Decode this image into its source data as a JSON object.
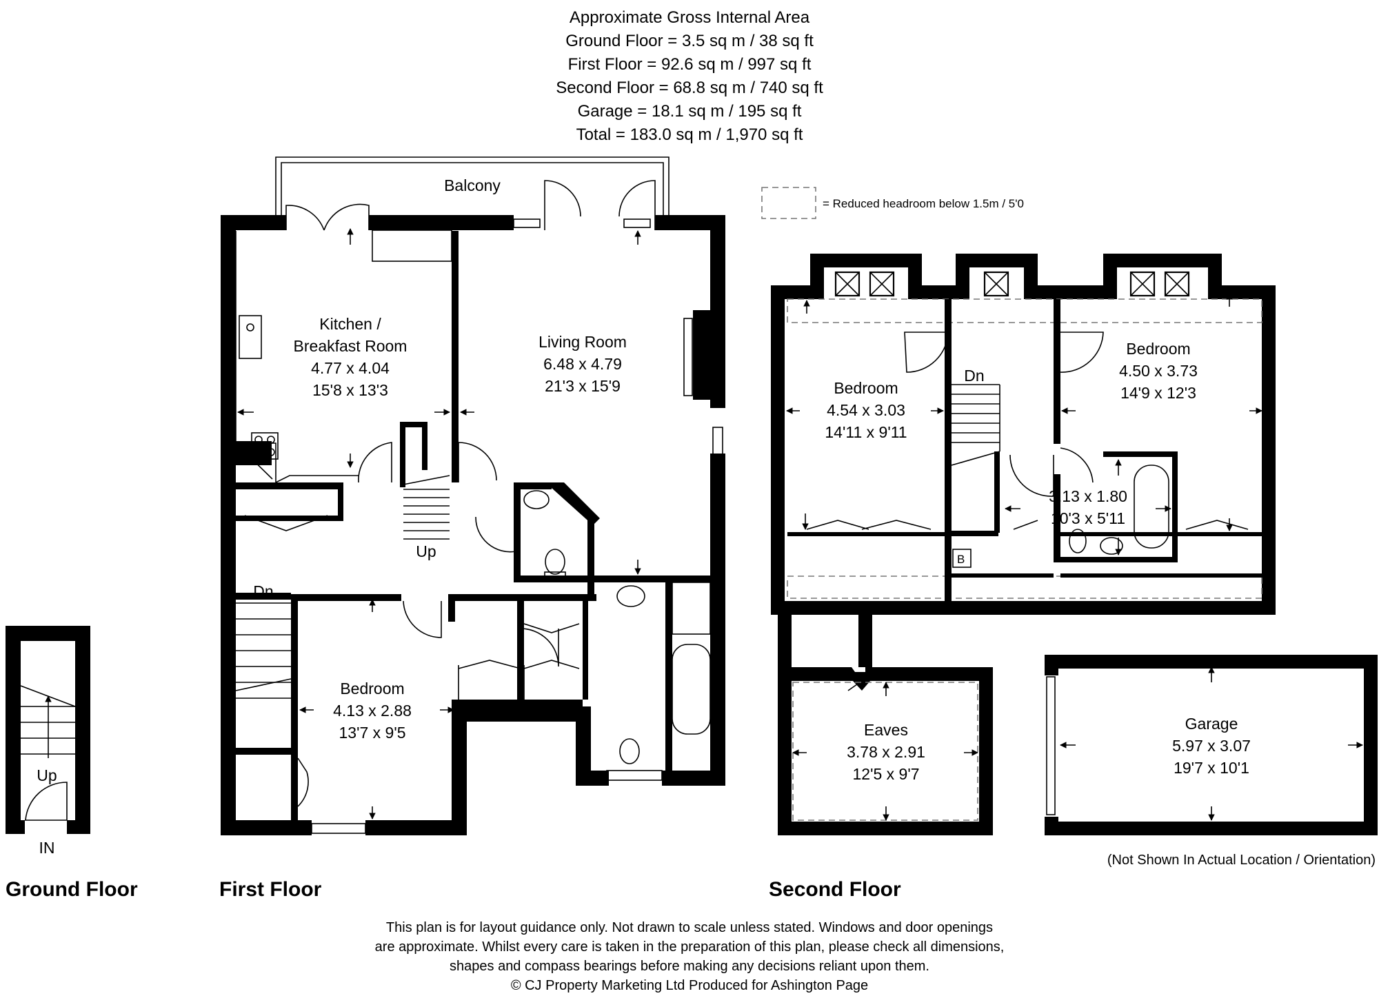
{
  "area_summary": {
    "title": "Approximate Gross Internal Area",
    "ground": "Ground Floor = 3.5 sq m / 38 sq ft",
    "first": "First Floor = 92.6 sq m / 997 sq ft",
    "second": "Second Floor = 68.8 sq m / 740 sq ft",
    "garage": "Garage = 18.1 sq m / 195 sq ft",
    "total": "Total = 183.0 sq m / 1,970 sq ft"
  },
  "legend": {
    "text": "= Reduced headroom below 1.5m / 5'0"
  },
  "floors": {
    "ground": "Ground Floor",
    "first": "First Floor",
    "second": "Second Floor"
  },
  "rooms": {
    "balcony": "Balcony",
    "kitchen": {
      "name1": "Kitchen /",
      "name2": "Breakfast Room",
      "metric": "4.77 x 4.04",
      "imperial": "15'8 x 13'3"
    },
    "living": {
      "name": "Living Room",
      "metric": "6.48 x 4.79",
      "imperial": "21'3 x 15'9"
    },
    "bedroom1": {
      "name": "Bedroom",
      "metric": "4.13 x 2.88",
      "imperial": "13'7 x 9'5"
    },
    "bedroom2": {
      "name": "Bedroom",
      "metric": "4.54 x 3.03",
      "imperial": "14'11 x 9'11"
    },
    "bedroom3": {
      "name": "Bedroom",
      "metric": "4.50 x 3.73",
      "imperial": "14'9 x 12'3"
    },
    "ensuite": {
      "metric": "3.13 x 1.80",
      "imperial": "10'3 x 5'11"
    },
    "eaves": {
      "name": "Eaves",
      "metric": "3.78 x 2.91",
      "imperial": "12'5 x 9'7"
    },
    "garage": {
      "name": "Garage",
      "metric": "5.97 x 3.07",
      "imperial": "19'7 x 10'1"
    }
  },
  "stairs": {
    "first_up": "Up",
    "first_dn": "Dn",
    "second_dn": "Dn",
    "ground_up": "Up",
    "ground_in": "IN"
  },
  "boiler": "B",
  "garage_note": "(Not Shown In Actual Location / Orientation)",
  "disclaimer": {
    "line1": "This plan is for layout guidance only. Not drawn to scale unless stated. Windows and door openings",
    "line2": "are approximate. Whilst every care is taken in the preparation of this plan, please check all dimensions,",
    "line3": "shapes and compass bearings before making any decisions reliant upon them.",
    "line4": "© CJ Property Marketing Ltd Produced for Ashington Page"
  }
}
